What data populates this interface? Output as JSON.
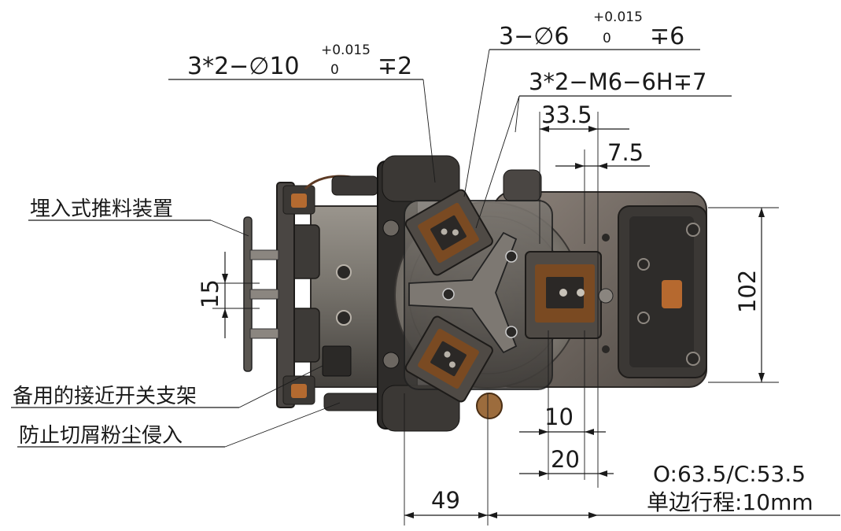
{
  "callouts": {
    "holes_10": {
      "main": "3*2−∅10",
      "tol_upper": "+0.015",
      "tol_lower": "0",
      "depth": "∓2"
    },
    "holes_6": {
      "main": "3−∅6",
      "tol_upper": "+0.015",
      "tol_lower": "0",
      "depth": "∓6"
    },
    "thread": {
      "main": "3*2−M6−6H∓7"
    },
    "pusher": "埋入式推料装置",
    "switch_bracket": "备用的接近开关支架",
    "dust": "防止切屑粉尘侵入"
  },
  "dimensions": {
    "d_33_5": "33.5",
    "d_7_5": "7.5",
    "d_102": "102",
    "d_15": "15",
    "d_10": "10",
    "d_20": "20",
    "d_49": "49"
  },
  "stroke": {
    "open_close": "O:63.5/C:53.5",
    "single_side": "单边行程:10mm"
  },
  "colors": {
    "steel_dark": "#3a3836",
    "steel_mid": "#6b6762",
    "steel_light": "#a7a39c",
    "jaw_brown": "#7a4a22",
    "jaw_copper": "#b46a30",
    "line": "#1a1a1a"
  }
}
